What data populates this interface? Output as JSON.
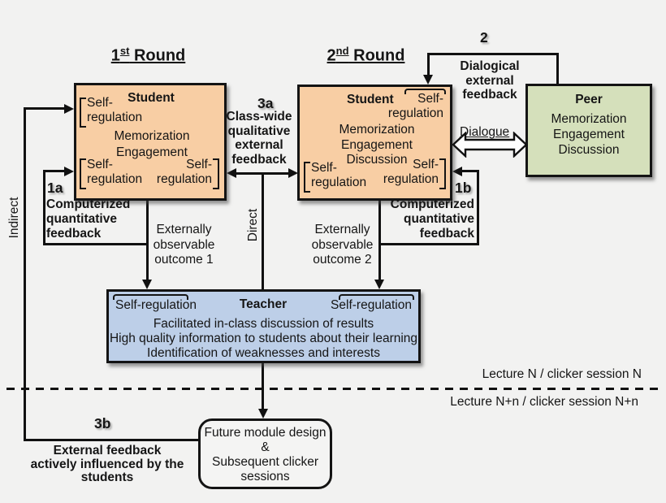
{
  "colors": {
    "background": "#F2F2F1",
    "student_fill": "#F8CEA4",
    "peer_fill": "#D5E0BB",
    "teacher_fill": "#BDCFE8",
    "line": "#111111"
  },
  "rounds": {
    "r1_num": "1",
    "r1_sup": "st",
    "r1_rest": " Round",
    "r2_num": "2",
    "r2_sup": "nd",
    "r2_rest": " Round"
  },
  "student1": {
    "title": "Student",
    "self_regulation_top": "Self-\nregulation",
    "processes": "Memorization\nEngagement",
    "self_regulation_bottom_left": "Self-\nregulation",
    "self_regulation_bottom_right": "Self-\nregulation"
  },
  "student2": {
    "title": "Student",
    "self_regulation_top_right": "Self-\nregulation",
    "processes": "Memorization\nEngagement\nDiscussion",
    "self_regulation_bottom_left": "Self-\nregulation",
    "self_regulation_bottom_right": "Self-\nregulation"
  },
  "peer": {
    "title": "Peer",
    "processes": "Memorization\nEngagement\nDiscussion"
  },
  "teacher": {
    "title": "Teacher",
    "self_regulation_left": "Self-regulation",
    "self_regulation_right": "Self-regulation",
    "lines": [
      "Facilitated in-class discussion of results",
      "High quality information to students about their learning",
      "Identification of weaknesses and interests"
    ]
  },
  "future_box": {
    "text": "Future module design\n&\nSubsequent clicker\nsessions"
  },
  "annotations": {
    "label_1a": "1a",
    "computerized_left": "Computerized\nquantitative\nfeedback",
    "label_1b": "1b",
    "computerized_right": "Computerized\nquantitative\nfeedback",
    "label_2": "2",
    "dialogical": "Dialogical\nexternal\nfeedback",
    "dialogue": "Dialogue",
    "label_3a": "3a",
    "classwide": "Class-wide\nqualitative\nexternal\nfeedback",
    "label_3b": "3b",
    "external_feedback": "External feedback\nactively influenced by the\nstudents",
    "outcome1": "Externally\nobservable\noutcome 1",
    "outcome2": "Externally\nobservable\noutcome 2",
    "direct": "Direct",
    "indirect": "Indirect",
    "lecture_above": "Lecture N / clicker session N",
    "lecture_below": "Lecture N+n / clicker session N+n"
  }
}
